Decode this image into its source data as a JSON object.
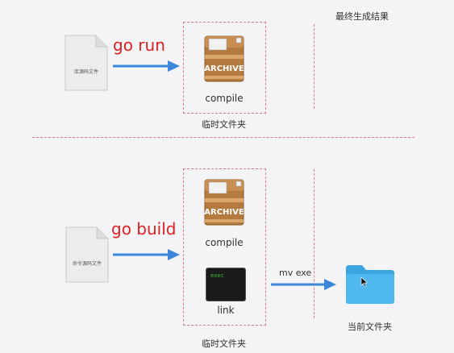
{
  "top": {
    "result_title": "最终生成结果",
    "source_doc_label": "库源码文件",
    "command": "go run",
    "archive_label": "ARCHIVE",
    "compile_label": "compile",
    "temp_folder_label": "临时文件夹"
  },
  "bottom": {
    "source_doc_label": "命令源码文件",
    "command": "go build",
    "archive_label": "ARCHIVE",
    "compile_label": "compile",
    "exec_text": "exec",
    "link_label": "link",
    "mv_label": "mv exe",
    "temp_folder_label": "临时文件夹",
    "current_folder_label": "当前文件夹"
  },
  "colors": {
    "arrow": "#3a86d8",
    "command_text": "#e02020",
    "dashed_line": "#e07a8a",
    "folder": "#4fb8ef",
    "archive_box": "#b57a3e"
  }
}
